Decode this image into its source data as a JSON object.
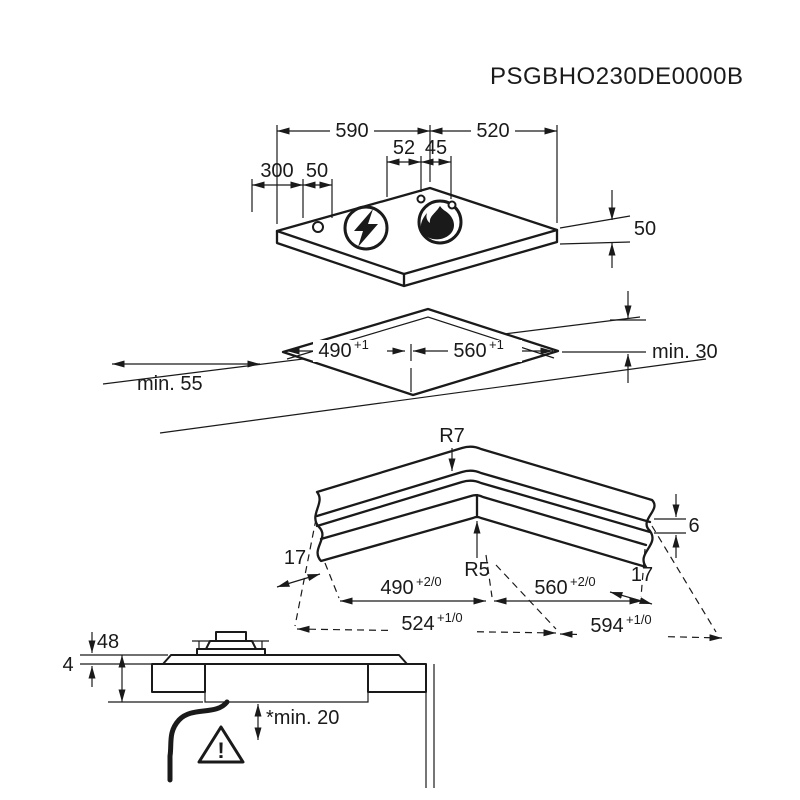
{
  "title": "PSGBHO230DE0000B",
  "hob_view": {
    "width": "590",
    "depth": "520",
    "burner_offset_a": "52",
    "burner_offset_b": "45",
    "control_offset": "300",
    "control_spacing": "50",
    "height": "50"
  },
  "cutout_view": {
    "cutout_depth": {
      "value": "490",
      "tolerance": "+1"
    },
    "cutout_width": {
      "value": "560",
      "tolerance": "+1"
    },
    "front_distance": "min. 55",
    "rear_distance": "min. 30"
  },
  "recess_view": {
    "outer_corner_radius": "R7",
    "inner_corner_radius": "R5",
    "recess_depth": "6",
    "ledge_left": "17",
    "ledge_right": "17",
    "inner_depth": {
      "value": "490",
      "tolerance": "+2/0"
    },
    "inner_width": {
      "value": "560",
      "tolerance": "+2/0"
    },
    "outer_depth": {
      "value": "524",
      "tolerance": "+1/0"
    },
    "outer_width": {
      "value": "594",
      "tolerance": "+1/0"
    }
  },
  "section_view": {
    "lip_height": "4",
    "built_in_depth": "48",
    "bottom_clearance": "*min. 20",
    "warning_mark": "!"
  }
}
